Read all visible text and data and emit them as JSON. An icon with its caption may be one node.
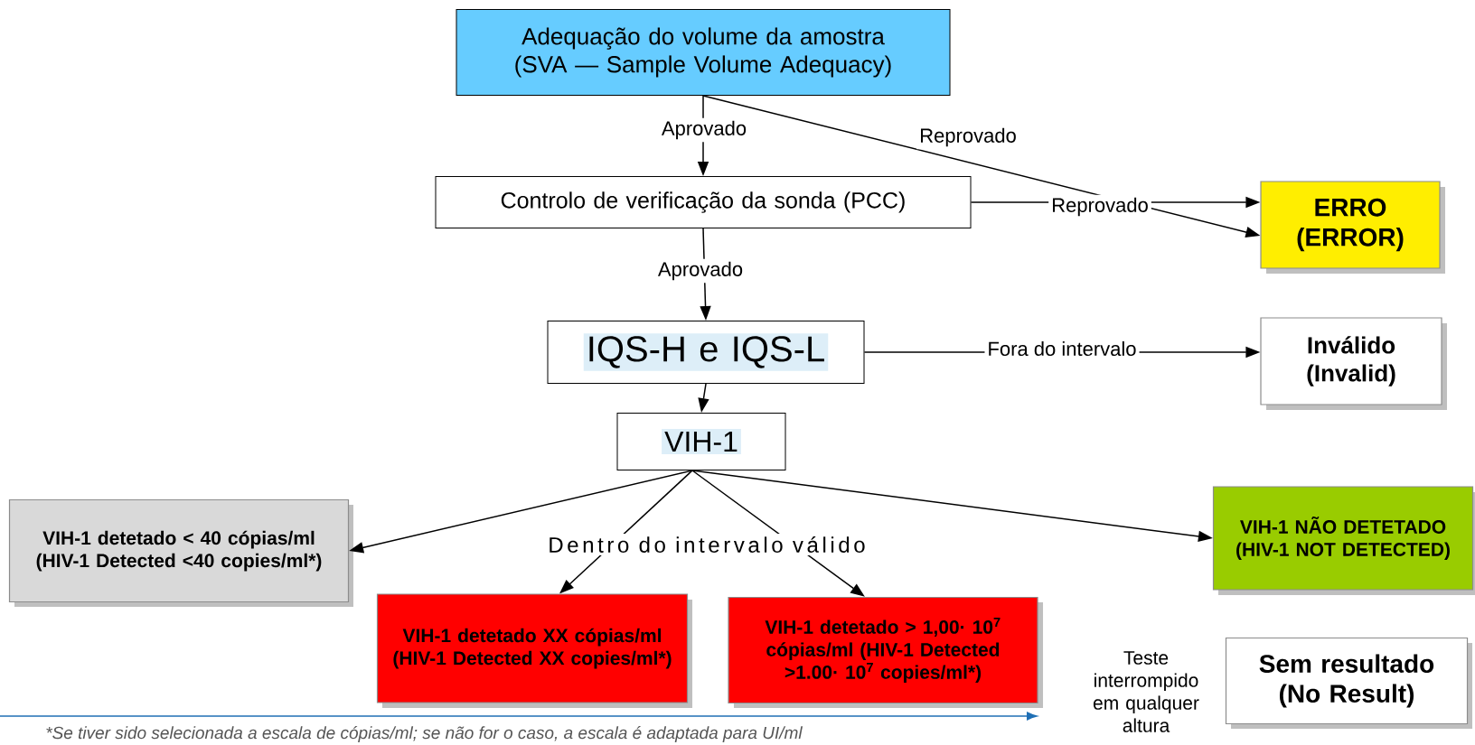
{
  "diagram": {
    "caption": "*Se tiver sido selecionada a escala de cópias/ml; se não for o caso, a escala é adaptada para UI/ml",
    "nodes": [
      {
        "text": [
          "Adequação do volume da amostra (SVA — Sample Volume Adequacy)"
        ]
      },
      {
        "text": [
          "Controlo de verificação da sonda (PCC)"
        ]
      },
      {
        "text": [
          "ERRO (ERROR)"
        ]
      },
      {
        "text": [
          "IQS-H e IQS-L"
        ]
      },
      {
        "text": [
          "Inválido (Invalid)"
        ]
      },
      {
        "text": [
          "VIH-1"
        ]
      },
      {
        "text": [
          "VIH-1 detetado < 40 cópias/ml (HIV-1 Detected <40 copies/ml*)"
        ]
      },
      {
        "text": [
          "VIH-1 detetado XX cópias/ml (HIV-1 Detected XX copies/ml*)"
        ]
      },
      {
        "text": [
          "VIH-1 detetado > 1,00· 10$^{7}$ cópias/ml (HIV-1 Detected >1.00· 10$^{7}$ copies/ml*)"
        ]
      },
      {
        "text": [
          "VIH-1 NÃO DETETADO (HIV-1 NOT DETECTED)"
        ]
      },
      {
        "text": [
          "Sem resultado (No Result)"
        ],
        "beside": [
          "Teste interrompido em qualquer altura"
        ]
      }
    ],
    "edges": [
      {
        "from": 0,
        "to": 1,
        "arrow": "to",
        "label": "Aprovado"
      },
      {
        "from": 0,
        "to": 2,
        "arrow": "to",
        "label": "Reprovado"
      },
      {
        "from": 1,
        "to": 2,
        "arrow": "to",
        "label": "Reprovado"
      },
      {
        "from": 1,
        "to": 3,
        "arrow": "to",
        "label": "Aprovado"
      },
      {
        "from": 3,
        "to": 4,
        "arrow": "to",
        "label": "Fora do intervalo"
      },
      {
        "from": 3,
        "to": 5,
        "arrow": "to"
      },
      {
        "from": 5,
        "to": 6,
        "arrow": "to"
      },
      {
        "from": 5,
        "to": 7,
        "arrow": "to",
        "label": "Dentro do intervalo válido"
      },
      {
        "from": 5,
        "to": 8,
        "arrow": "to"
      },
      {
        "from": 5,
        "to": 9,
        "arrow": "to"
      }
    ]
  }
}
